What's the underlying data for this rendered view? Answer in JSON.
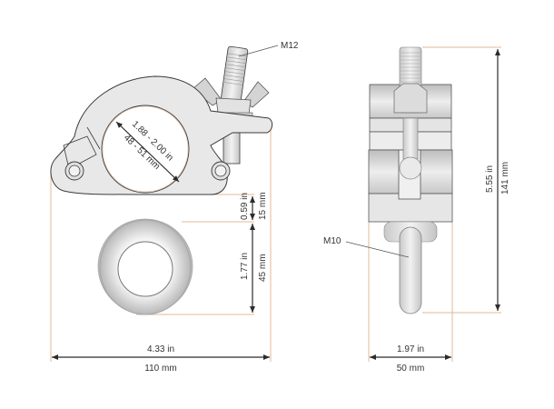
{
  "diagram": {
    "title": "Half coupler clamp with eye bolt — technical drawing",
    "colors": {
      "dimension_line": "#2b2b2b",
      "extension_line": "#e0b89a",
      "part_fill": "#e6e6e6",
      "part_stroke": "#3a3a3a",
      "text": "#333333"
    },
    "front_view": {
      "callouts": {
        "bolt_thread": "M12"
      },
      "tube_diameter": {
        "imperial": "1.88 - 2.00 in",
        "metric": "48 - 51 mm"
      },
      "dimensions": {
        "overall_width": {
          "imperial": "4.33 in",
          "metric": "110 mm"
        },
        "neck_height": {
          "imperial": "0.59 in",
          "metric": "15 mm"
        },
        "eye_height": {
          "imperial": "1.77 in",
          "metric": "45 mm"
        }
      }
    },
    "side_view": {
      "callouts": {
        "eye_bolt_thread": "M10"
      },
      "dimensions": {
        "overall_height": {
          "imperial": "5.55 in",
          "metric": "141 mm"
        },
        "overall_width": {
          "imperial": "1.97 in",
          "metric": "50 mm"
        }
      }
    }
  }
}
